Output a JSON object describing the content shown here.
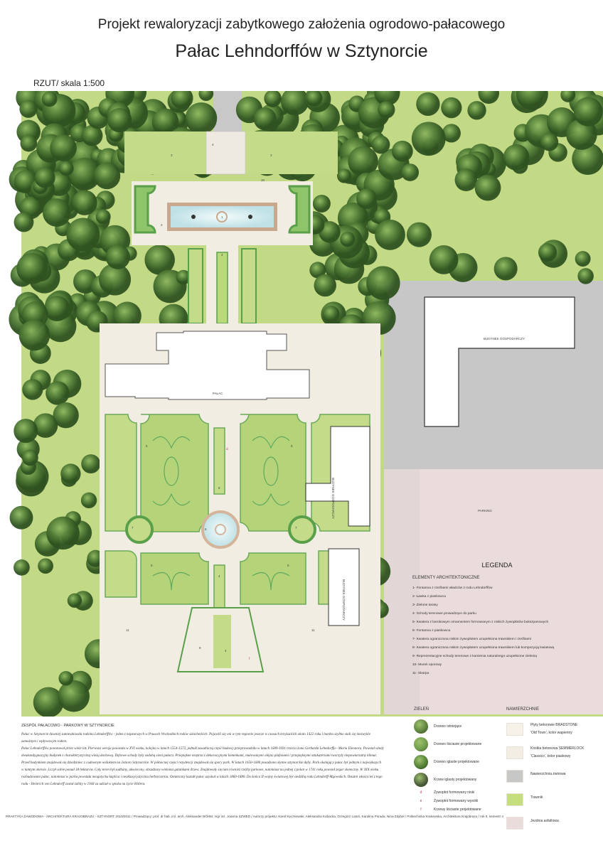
{
  "header": {
    "subtitle": "Projekt rewaloryzacji zabytkowego założenia ogrodowo-pałacowego",
    "title": "Pałac Lehndorffów w Sztynorcie",
    "scale": "RZUT/ skala 1:500"
  },
  "plan": {
    "palace": "PAŁAC",
    "farm_building_1": "BUDYNEK GOSPODARCZY",
    "farm_building_2": "BUDYNEK GOSPODARCZY",
    "farm_building_3": "BUDYNEK GOSPODARCZY",
    "parking": "PARKING",
    "n1": "1",
    "n2": "2",
    "n3a": "3",
    "n3b": "3",
    "n4a": "4",
    "n4b": "4",
    "n4c": "4",
    "n4d": "4",
    "n5a": "5",
    "n5b": "5",
    "n5c": "5",
    "n5d": "5",
    "n6": "6",
    "n7a": "7",
    "n7b": "7",
    "n8": "8",
    "n9": "9",
    "n10": "10",
    "n11a": "11",
    "n11b": "11",
    "md": "d",
    "mf": "f"
  },
  "colors": {
    "lawn": "#c4dc8a",
    "path": "#f2ede2",
    "gravel": "#c9c8c8",
    "asphalt": "#ecdcdc",
    "tree": "#4f7a35",
    "hedge": "#5aa04a"
  },
  "legend": {
    "title": "LEGENDA",
    "section": "ELEMENTY ARCHITEKTONICZNE",
    "items": [
      "1- Fontanna z rzeźbami władców z rodu Lehndorffów",
      "2- Ławka z piaskowca",
      "3- Zielone tarasy",
      "4- Schody terenowe prowadzące do parku",
      "5- Kwatera z barokowym ornamentem formowanym z niskich żywopłotów bukszpanowych",
      "6- Fontanna z piaskowca",
      "7- Kwatera ograniczona niskim żywopłotem uzupełniona trawnikiem i rzeźbami",
      "8- Kwatera ograniczona niskim żywopłotem uzupełniona trawnikiem lub kompozycją kwiatową",
      "9- Reprezentacyjne schody terenowe z kamienia naturalnego uzupełnione zielenią",
      "10- Murek oporowy",
      "11- Skarpa"
    ]
  },
  "greenery": {
    "title": "ZIELEŃ",
    "items": [
      "Drzewo istniejące",
      "Drzewo liściaste projektowane",
      "Drzewo iglaste projektowane",
      "Krzew iglasty projektowany"
    ],
    "marks": [
      {
        "m": "d",
        "label": "Żywopłot formowany niski"
      },
      {
        "m": "e",
        "label": "Żywopłot formowany wysoki"
      },
      {
        "m": "f",
        "label": "Krzewy liściaste projektowane"
      }
    ]
  },
  "surfaces": {
    "title": "NAWIERZCHNIE",
    "items": [
      {
        "l1": "Płyty betonowe BRADSTONE",
        "l2": "'Old Town', kolor wapienny",
        "color": "#f6f2ea"
      },
      {
        "l1": "Kostka betonowa SEMMERLOCK",
        "l2": "'Classico', kolor piaskowy",
        "color": "#f3eee4"
      },
      {
        "l1": "Nawierzchnia żwirowa",
        "l2": "",
        "color": "#c8c7c7"
      },
      {
        "l1": "Trawnik",
        "l2": "",
        "color": "#c5df7e"
      },
      {
        "l1": "Jezdnia asfaltowa",
        "l2": "",
        "color": "#ebdcdc"
      }
    ]
  },
  "description": {
    "heading": "ZESPÓŁ PAŁACOWO - PARKOWY W SZTYNORCIE",
    "paragraphs": [
      "Pałac w Sztynorcie dawniej zamieszkiwała rodzina Lehndorffów - jeden z najstarszych w Prusach Wschodnich rodów szlacheckich. Pojawili się oni w tym regionie jeszcze w czasach krzyżackich około 1422 roku i bardzo szybko stali się niezwykle zamożnym i wpływowym rodem.",
      "Pałac Lehndorffów powstawał przez wiele lat. Pierwsza wersja powstała w XVI wieku, kolejna w latach 1554-1572, jednak zasadniczą część budowy przeprowadziła w latach 1689-1691 trzecia żona Gerharda Lehndorffa - Maria Eleonora. Powstał wtedy dwukondygnacyjny budynek z charakterystyczną wieżą dachową. Dębowe schody były ozdobą sieni pałacu. Przepiękne wnętrza z dekoracyjnymi kominkami, malowanymi olejno plafonami i przepięknymi sztukateriami tworzyły niepowtarzalny klimat. Przed budynkiem znajdował się dziedziniec z cudownym widokiem na Jezioro Sztynorckie. W północnej części rezydencji znajdował się spory park. W latach 1650-1680 posadzono słynne sztynorckie dęby. Park okalający pałac był jednym z największych w tamtym okresie. Liczył sobie ponad 18 hektarów. Cały teren był zadbany, ukwiecony, obsadzony wieloma gatunkami drzew. Znajdowały się tam również rzeźby parkowe, natomiast na jednej z polan w 1741 roku powstał zegar słoneczny. W XIX wieku rozbudowano pałac, natomiast w parku powstała neogotycka kaplica i neoklasycystyczna herbaciarnia. Ostateczny kształt pałac uzyskał w latach 1860-1880. Do końca II wojny światowej był siedzibą rodu Lehndorff-Mgowskich. Ostatni właściciel z tego rodu - Heinrich von Lehndorff został zabity w 1944 za udział w spisku na życie Hitlera."
    ]
  },
  "footer": "PRAKTYKA ZAWODOWA - ARCHITEKTURA KRAJOBRAZU - SZTYNORT 2010/2011  /  Prowadzący:  prof. dr hab. inż. arch. Aleksander BÖHM, mgr inż. Joanna SZWED  /  Autorzy projektu: Karol Kęczkowski, Aleksandra Kubacka, Grzegorz Latoń, Karolina Porada, Nina Zdybel / Politechnika Krakowska, Architektura Krajobrazu / rok II, semestr 4"
}
